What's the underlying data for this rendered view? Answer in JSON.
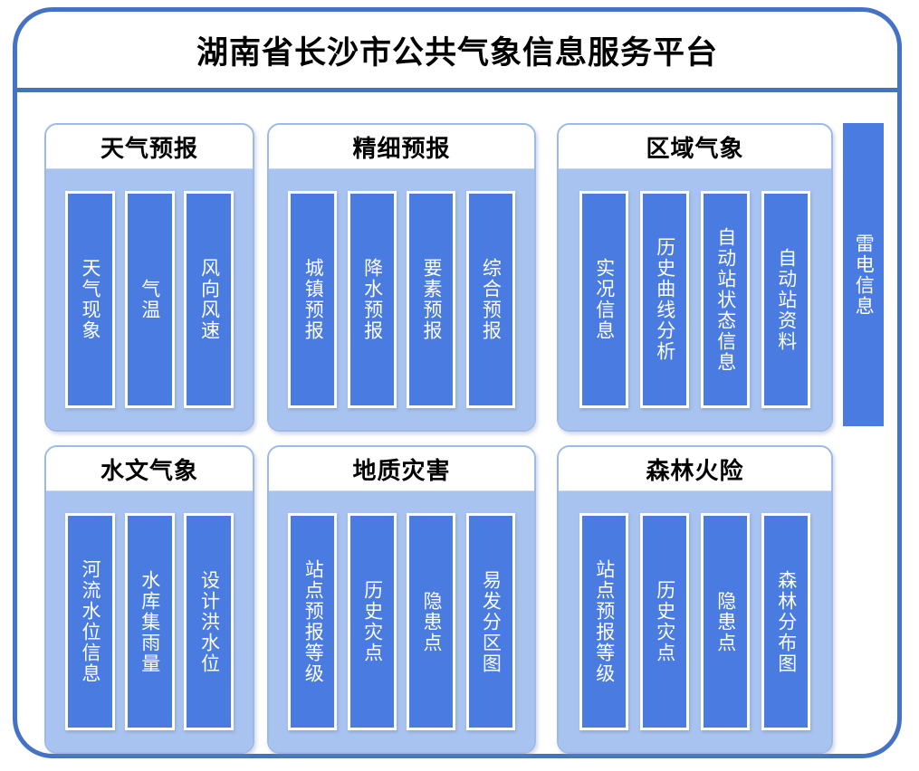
{
  "header": {
    "title": "湖南省长沙市公共气象信息服务平台"
  },
  "colors": {
    "frame_border": "#4472C4",
    "panel_border": "#9DB9E8",
    "panel_body": "#A8C3EF",
    "item_bar": "#4A7BE0",
    "item_text": "#FFFFFF",
    "title_text": "#000000"
  },
  "panels": [
    {
      "id": "weather-forecast",
      "title": "天气预报",
      "items": [
        {
          "label": "天气现象"
        },
        {
          "label": "气温"
        },
        {
          "label": "风向风速"
        }
      ]
    },
    {
      "id": "fine-forecast",
      "title": "精细预报",
      "items": [
        {
          "label": "城镇预报"
        },
        {
          "label": "降水预报"
        },
        {
          "label": "要素预报"
        },
        {
          "label": "综合预报"
        }
      ]
    },
    {
      "id": "regional-met",
      "title": "区域气象",
      "items": [
        {
          "label": "实况信息"
        },
        {
          "label": "历史曲线分析"
        },
        {
          "label": "自动站状态信息"
        },
        {
          "label": "自动站资料"
        }
      ]
    },
    {
      "id": "hydro-met",
      "title": "水文气象",
      "items": [
        {
          "label": "河流水位信息"
        },
        {
          "label": "水库集雨量"
        },
        {
          "label": "设计洪水位"
        }
      ]
    },
    {
      "id": "geo-hazard",
      "title": "地质灾害",
      "items": [
        {
          "label": "站点预报等级"
        },
        {
          "label": "历史灾点"
        },
        {
          "label": "隐患点"
        },
        {
          "label": "易发分区图"
        }
      ]
    },
    {
      "id": "forest-fire",
      "title": "森林火险",
      "items": [
        {
          "label": "站点预报等级"
        },
        {
          "label": "历史灾点"
        },
        {
          "label": "隐患点"
        },
        {
          "label": "森林分布图"
        }
      ]
    }
  ],
  "side_module": {
    "label": "雷电信息"
  }
}
